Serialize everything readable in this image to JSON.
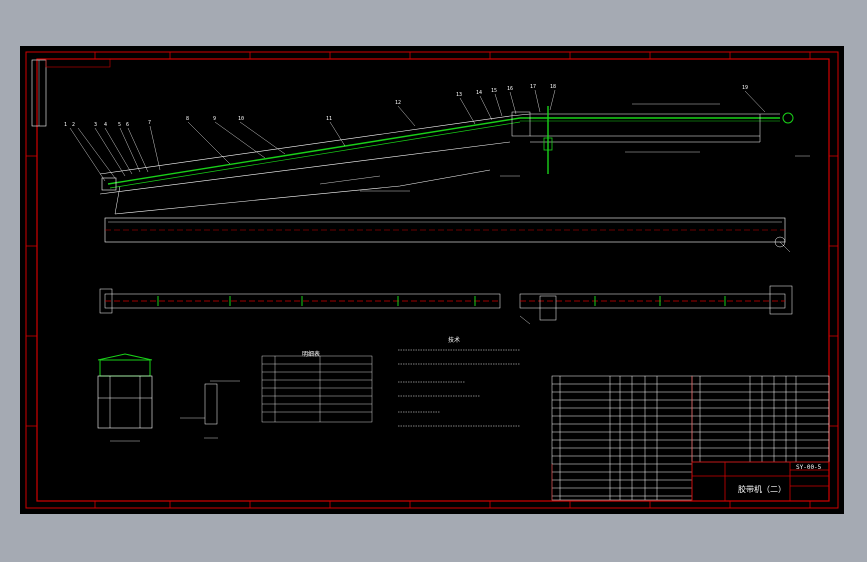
{
  "drawing": {
    "title_cn": "胶带机（二）",
    "drawing_number": "SY-00-5",
    "border_color": "#d10000",
    "belt_color": "#19d119",
    "line_color": "#ffffff",
    "background": "#000000",
    "canvas_bg": "#a5aab3"
  },
  "notes_title": "技术",
  "table_header": "明细表"
}
